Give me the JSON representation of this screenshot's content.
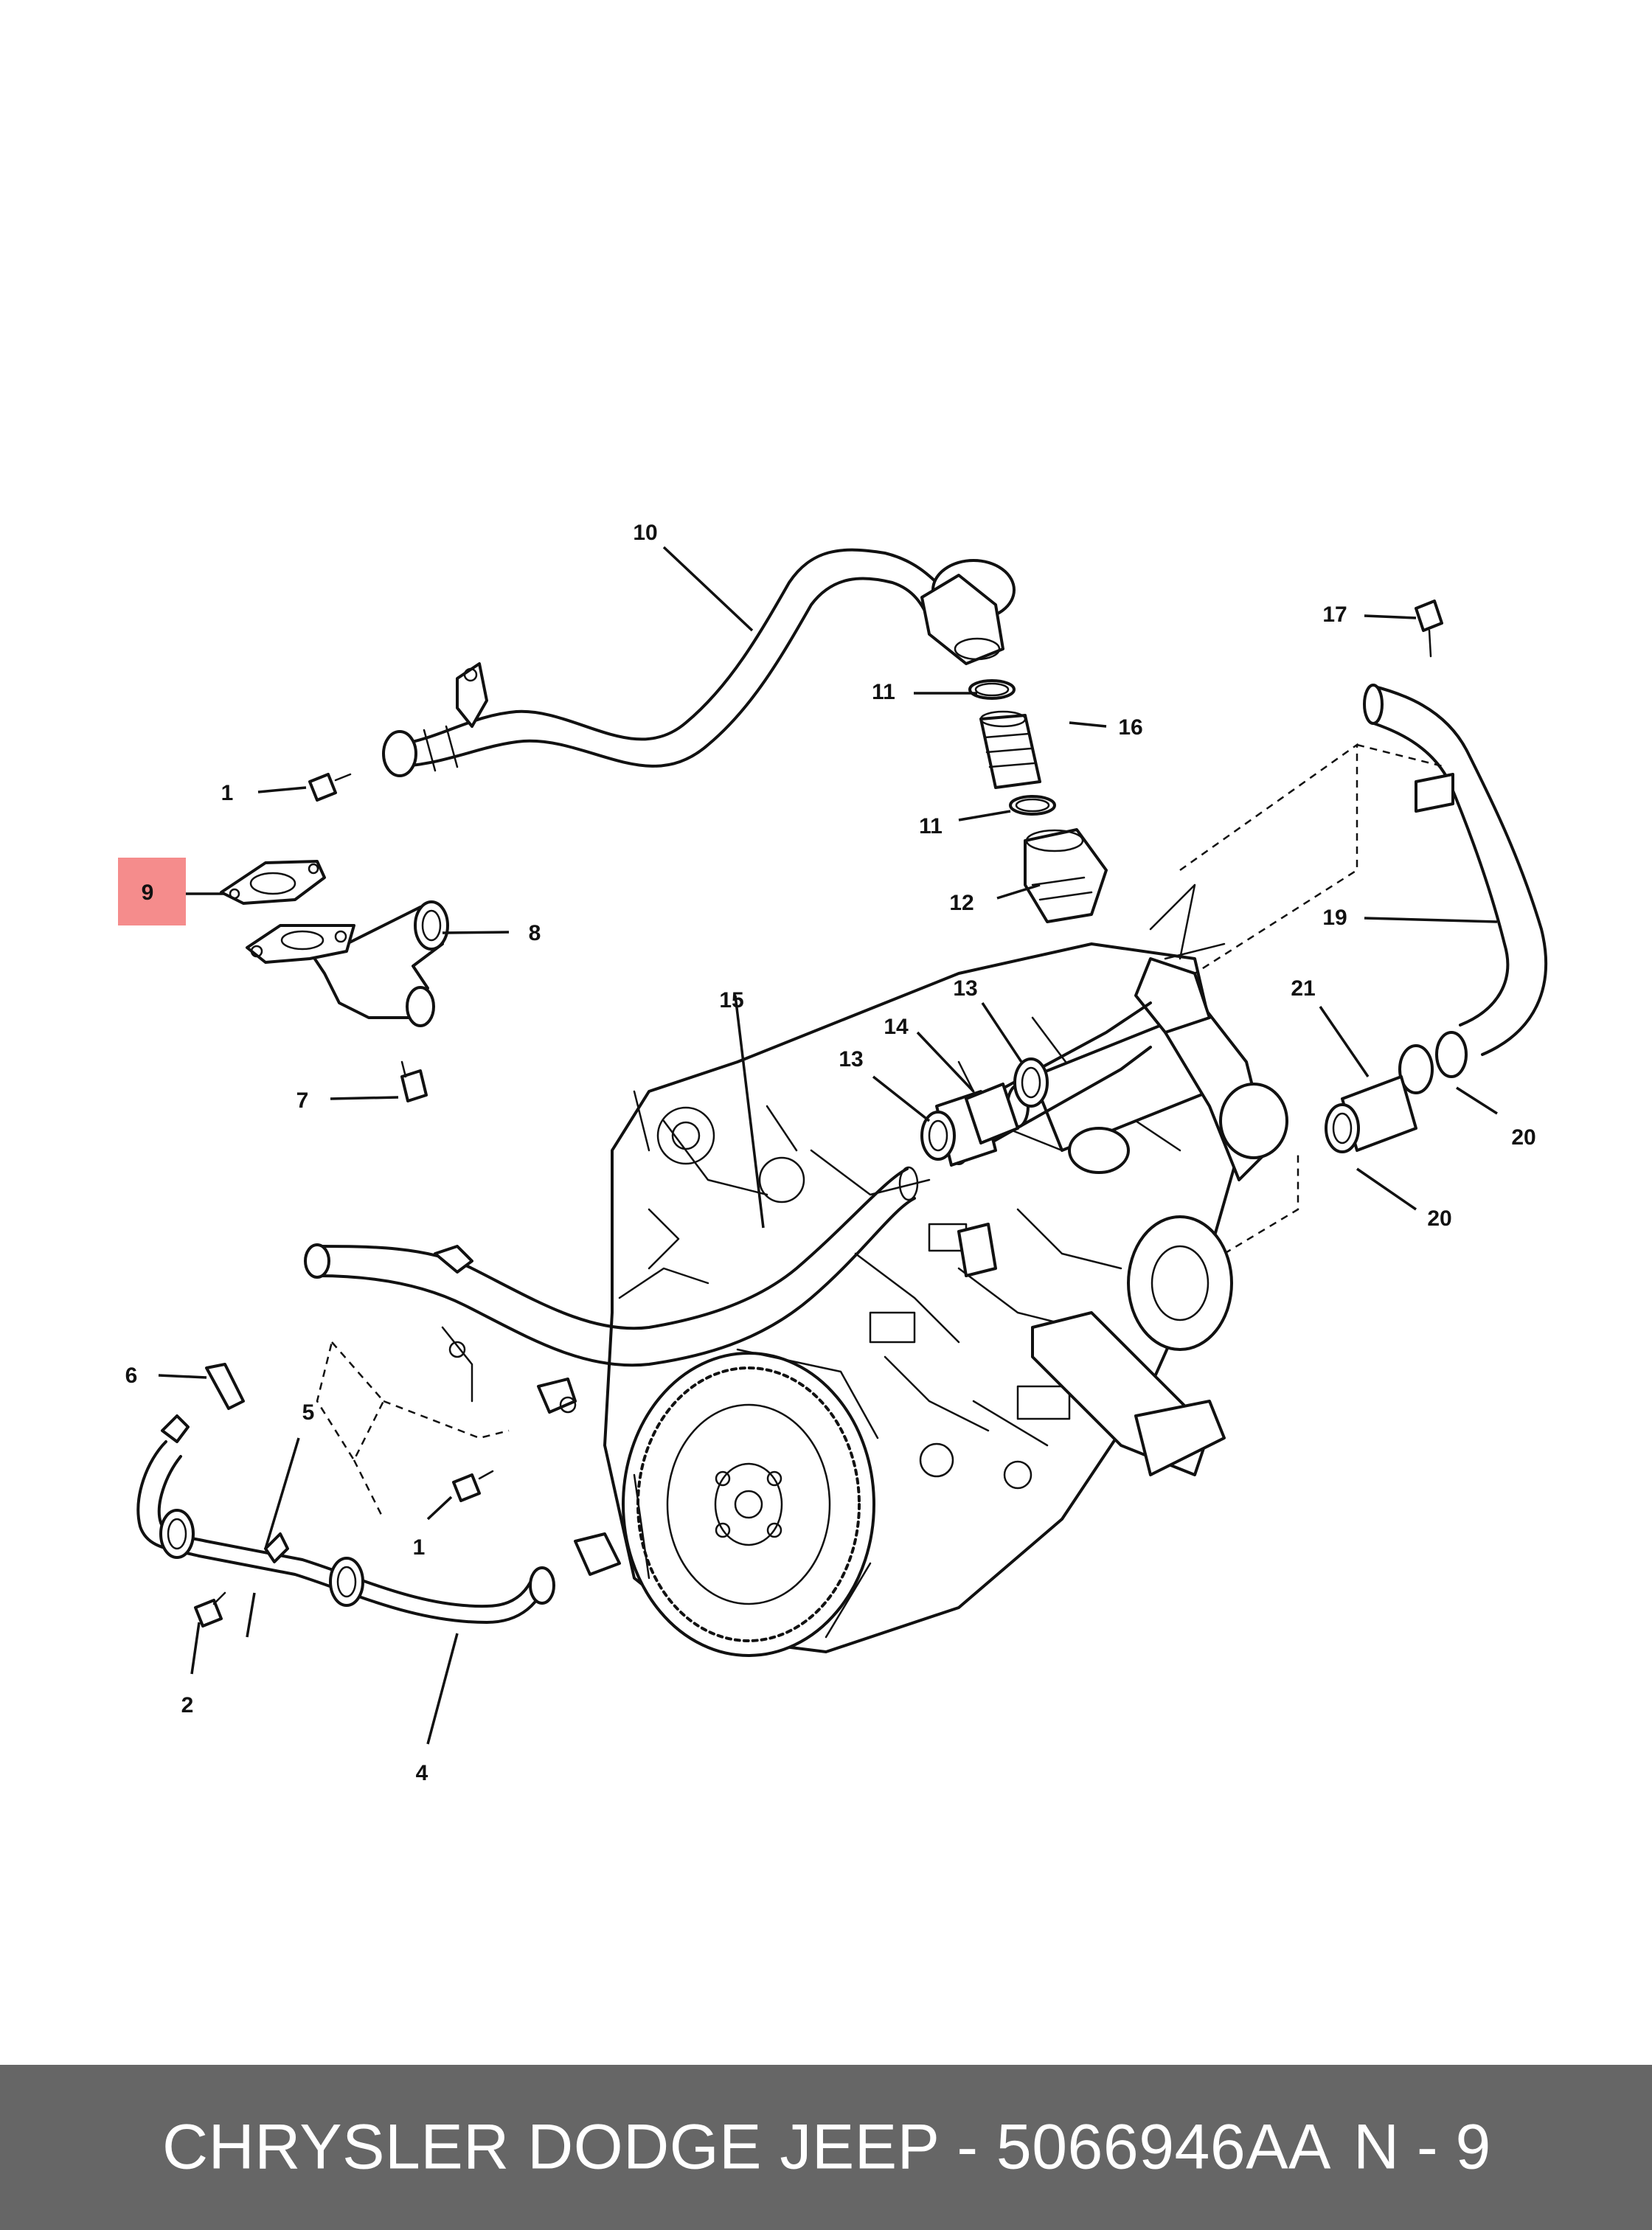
{
  "footer": {
    "title": "CHRYSLER DODGE JEEP - 5066946AA",
    "page_ref": "N - 9"
  },
  "highlight": {
    "callout": "9",
    "color": "#f58c8c"
  },
  "callouts": {
    "c1a": "1",
    "c1b": "1",
    "c2": "2",
    "c4": "4",
    "c5": "5",
    "c6": "6",
    "c7": "7",
    "c8": "8",
    "c9": "9",
    "c10": "10",
    "c11a": "11",
    "c11b": "11",
    "c12": "12",
    "c13a": "13",
    "c13b": "13",
    "c14": "14",
    "c15": "15",
    "c16": "16",
    "c17": "17",
    "c19": "19",
    "c20a": "20",
    "c20b": "20",
    "c21": "21"
  },
  "colors": {
    "footer_bg": "#666666",
    "line": "#111111"
  }
}
